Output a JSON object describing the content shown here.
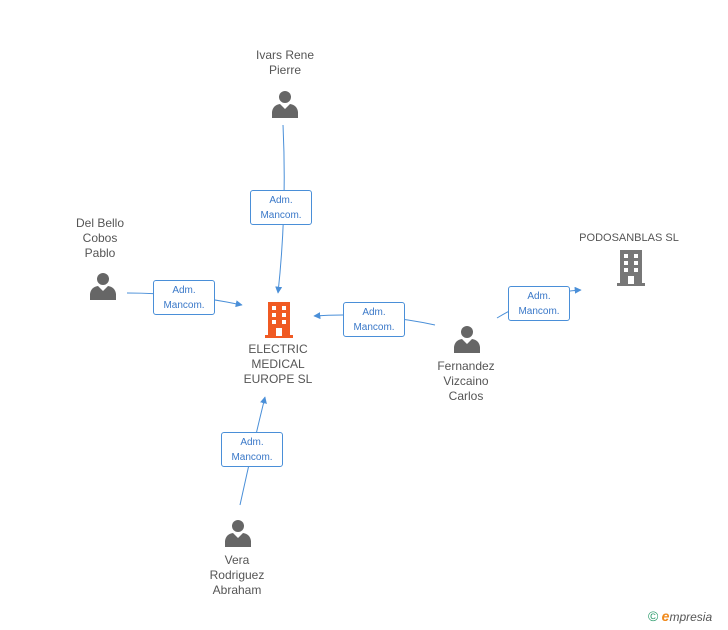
{
  "colors": {
    "edge": "#4a8fd8",
    "person": "#666666",
    "company_main": "#f05a23",
    "company": "#777777"
  },
  "nodes": {
    "ivars": {
      "label": "Ivars Rene\nPierre",
      "icon": "person-icon"
    },
    "delbello": {
      "label": "Del Bello\nCobos\nPablo",
      "icon": "person-icon"
    },
    "electric": {
      "label": "ELECTRIC\nMEDICAL\nEUROPE SL",
      "icon": "building-icon"
    },
    "fernandez": {
      "label": "Fernandez\nVizcaino\nCarlos",
      "icon": "person-icon"
    },
    "podosanblas": {
      "label": "PODOSANBLAS SL",
      "icon": "building-icon"
    },
    "vera": {
      "label": "Vera\nRodriguez\nAbraham",
      "icon": "person-icon"
    }
  },
  "edges": [
    {
      "from": "ivars",
      "to": "electric",
      "line1": "Adm.",
      "line2": "Mancom."
    },
    {
      "from": "delbello",
      "to": "electric",
      "line1": "Adm.",
      "line2": "Mancom."
    },
    {
      "from": "fernandez",
      "to": "electric",
      "line1": "Adm.",
      "line2": "Mancom."
    },
    {
      "from": "fernandez",
      "to": "podosanblas",
      "line1": "Adm.",
      "line2": "Mancom."
    },
    {
      "from": "vera",
      "to": "electric",
      "line1": "Adm.",
      "line2": "Mancom."
    }
  ],
  "footer": {
    "copyright": "©",
    "brand_initial": "e",
    "brand_rest": "mpresia"
  }
}
